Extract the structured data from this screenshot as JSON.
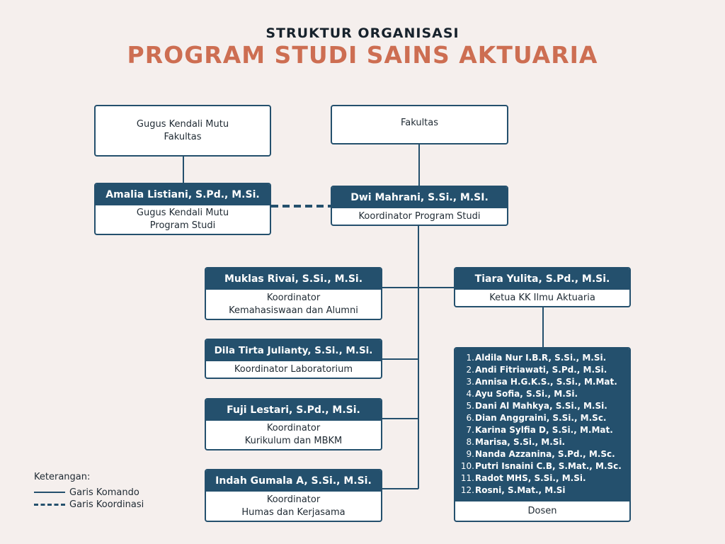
{
  "title": {
    "line1": "STRUKTUR ORGANISASI",
    "line2": "PROGRAM STUDI SAINS AKTUARIA"
  },
  "colors": {
    "navy": "#24506d",
    "accent": "#cd6e52",
    "background": "#f5efed"
  },
  "nodes": {
    "gkm_fakultas": {
      "line1": "Gugus Kendali Mutu",
      "line2": "Fakultas"
    },
    "fakultas": {
      "label": "Fakultas"
    },
    "gkm_prodi": {
      "name": "Amalia Listiani, S.Pd., M.Si.",
      "line1": "Gugus Kendali Mutu",
      "line2": "Program Studi"
    },
    "koordinator_prodi": {
      "name": "Dwi Mahrani, S.Si., M.SI.",
      "role": "Koordinator Program Studi"
    },
    "kemahasiswaan": {
      "name": "Muklas Rivai, S.Si., M.Si.",
      "line1": "Koordinator",
      "line2": "Kemahasiswaan dan Alumni"
    },
    "laboratorium": {
      "name": "Dila Tirta Julianty, S.Si., M.Si.",
      "role": "Koordinator Laboratorium"
    },
    "kurikulum": {
      "name": "Fuji Lestari, S.Pd., M.Si.",
      "line1": "Koordinator",
      "line2": "Kurikulum dan MBKM"
    },
    "humas": {
      "name": "Indah Gumala A, S.Si., M.Si.",
      "line1": "Koordinator",
      "line2": "Humas dan Kerjasama"
    },
    "ketua_kk": {
      "name": "Tiara Yulita, S.Pd., M.Si.",
      "role": "Ketua KK Ilmu Aktuaria"
    },
    "dosen": {
      "label": "Dosen",
      "members": [
        {
          "num": "1.",
          "name": "Aldila Nur I.B.R, S.Si., M.Si."
        },
        {
          "num": "2.",
          "name": "Andi Fitriawati, S.Pd., M.Si."
        },
        {
          "num": "3.",
          "name": "Annisa H.G.K.S., S.Si., M.Mat."
        },
        {
          "num": "4.",
          "name": "Ayu Sofia, S.Si., M.Si."
        },
        {
          "num": "5.",
          "name": "Dani Al Mahkya, S.Si., M.Si."
        },
        {
          "num": "6.",
          "name": "Dian Anggraini, S.Si., M.Sc."
        },
        {
          "num": "7.",
          "name": "Karina Sylfia D, S.Si., M.Mat."
        },
        {
          "num": "8.",
          "name": "Marisa, S.Si., M.Si."
        },
        {
          "num": "9.",
          "name": "Nanda Azzanina, S.Pd., M.Sc."
        },
        {
          "num": "10.",
          "name": "Putri Isnaini C.B, S.Mat., M.Sc."
        },
        {
          "num": "11.",
          "name": "Radot MHS, S.Si., M.Si."
        },
        {
          "num": "12.",
          "name": "Rosni, S.Mat., M.Si"
        }
      ]
    }
  },
  "legend": {
    "title": "Keterangan:",
    "komando": "Garis Komando",
    "koordinasi": "Garis Koordinasi"
  }
}
